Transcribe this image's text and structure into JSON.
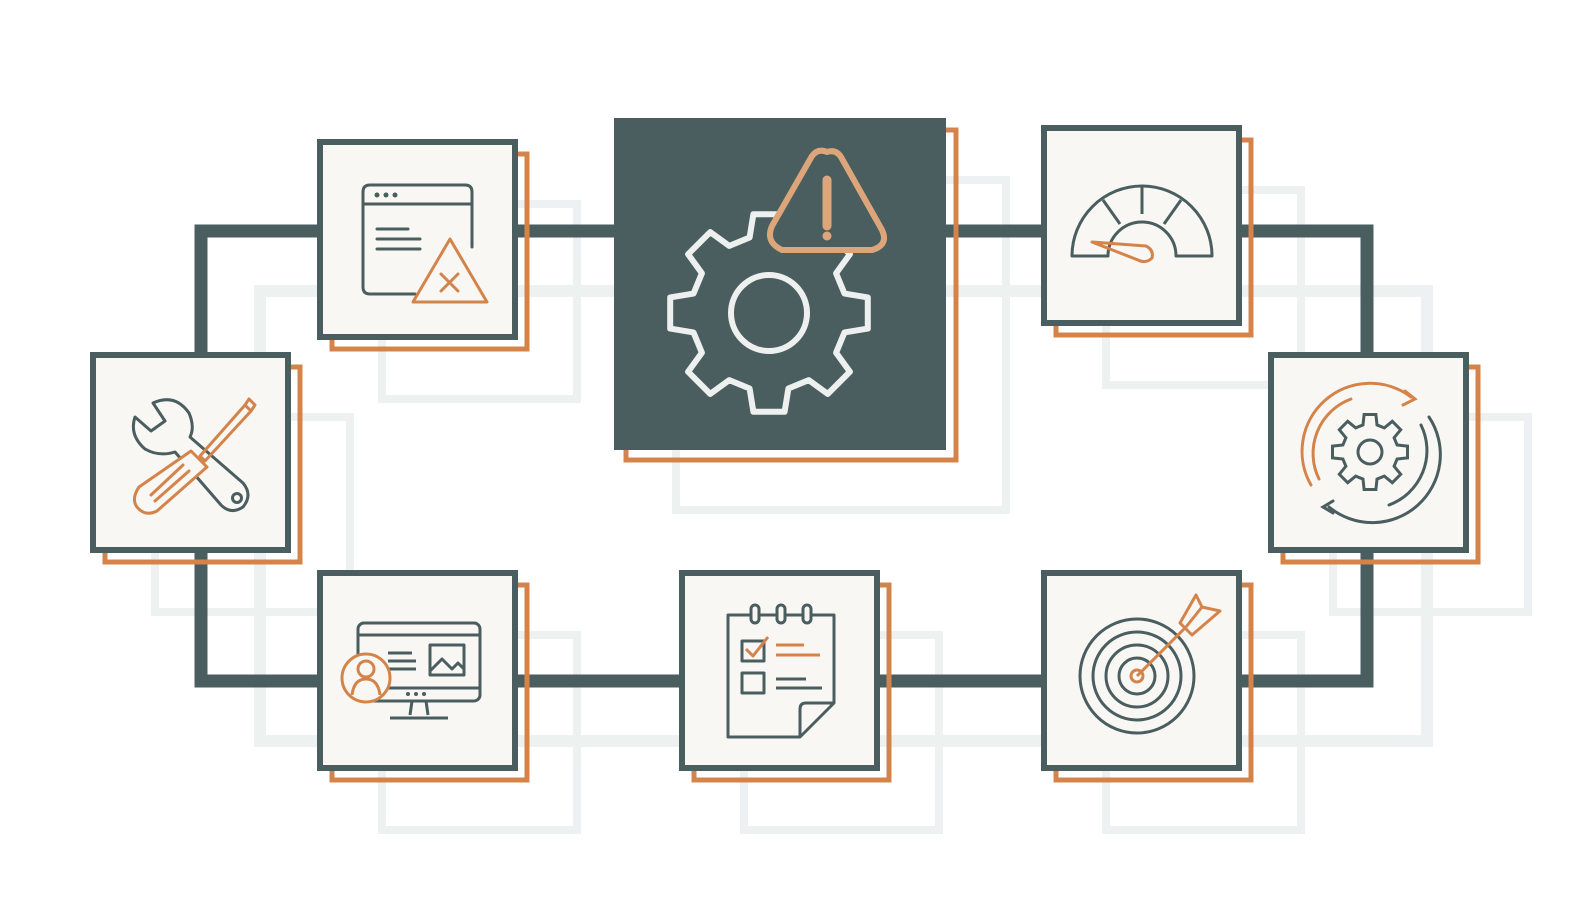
{
  "colors": {
    "dark": "#4a5e60",
    "accent": "#d4844a",
    "accent_light": "#dda67a",
    "card": "#f9f7f4",
    "ghost": "#ecf0ef",
    "icon_light": "#eef0ef"
  },
  "diagram": {
    "center": {
      "icon": "gear-warning-icon"
    },
    "nodes": [
      {
        "id": "top-left",
        "icon": "browser-error-icon"
      },
      {
        "id": "top-right",
        "icon": "speedometer-icon"
      },
      {
        "id": "left",
        "icon": "wrench-screwdriver-icon"
      },
      {
        "id": "right",
        "icon": "gear-cycle-icon"
      },
      {
        "id": "bottom-left",
        "icon": "monitor-user-icon"
      },
      {
        "id": "bottom-middle",
        "icon": "checklist-notepad-icon"
      },
      {
        "id": "bottom-right",
        "icon": "target-arrow-icon"
      }
    ]
  }
}
